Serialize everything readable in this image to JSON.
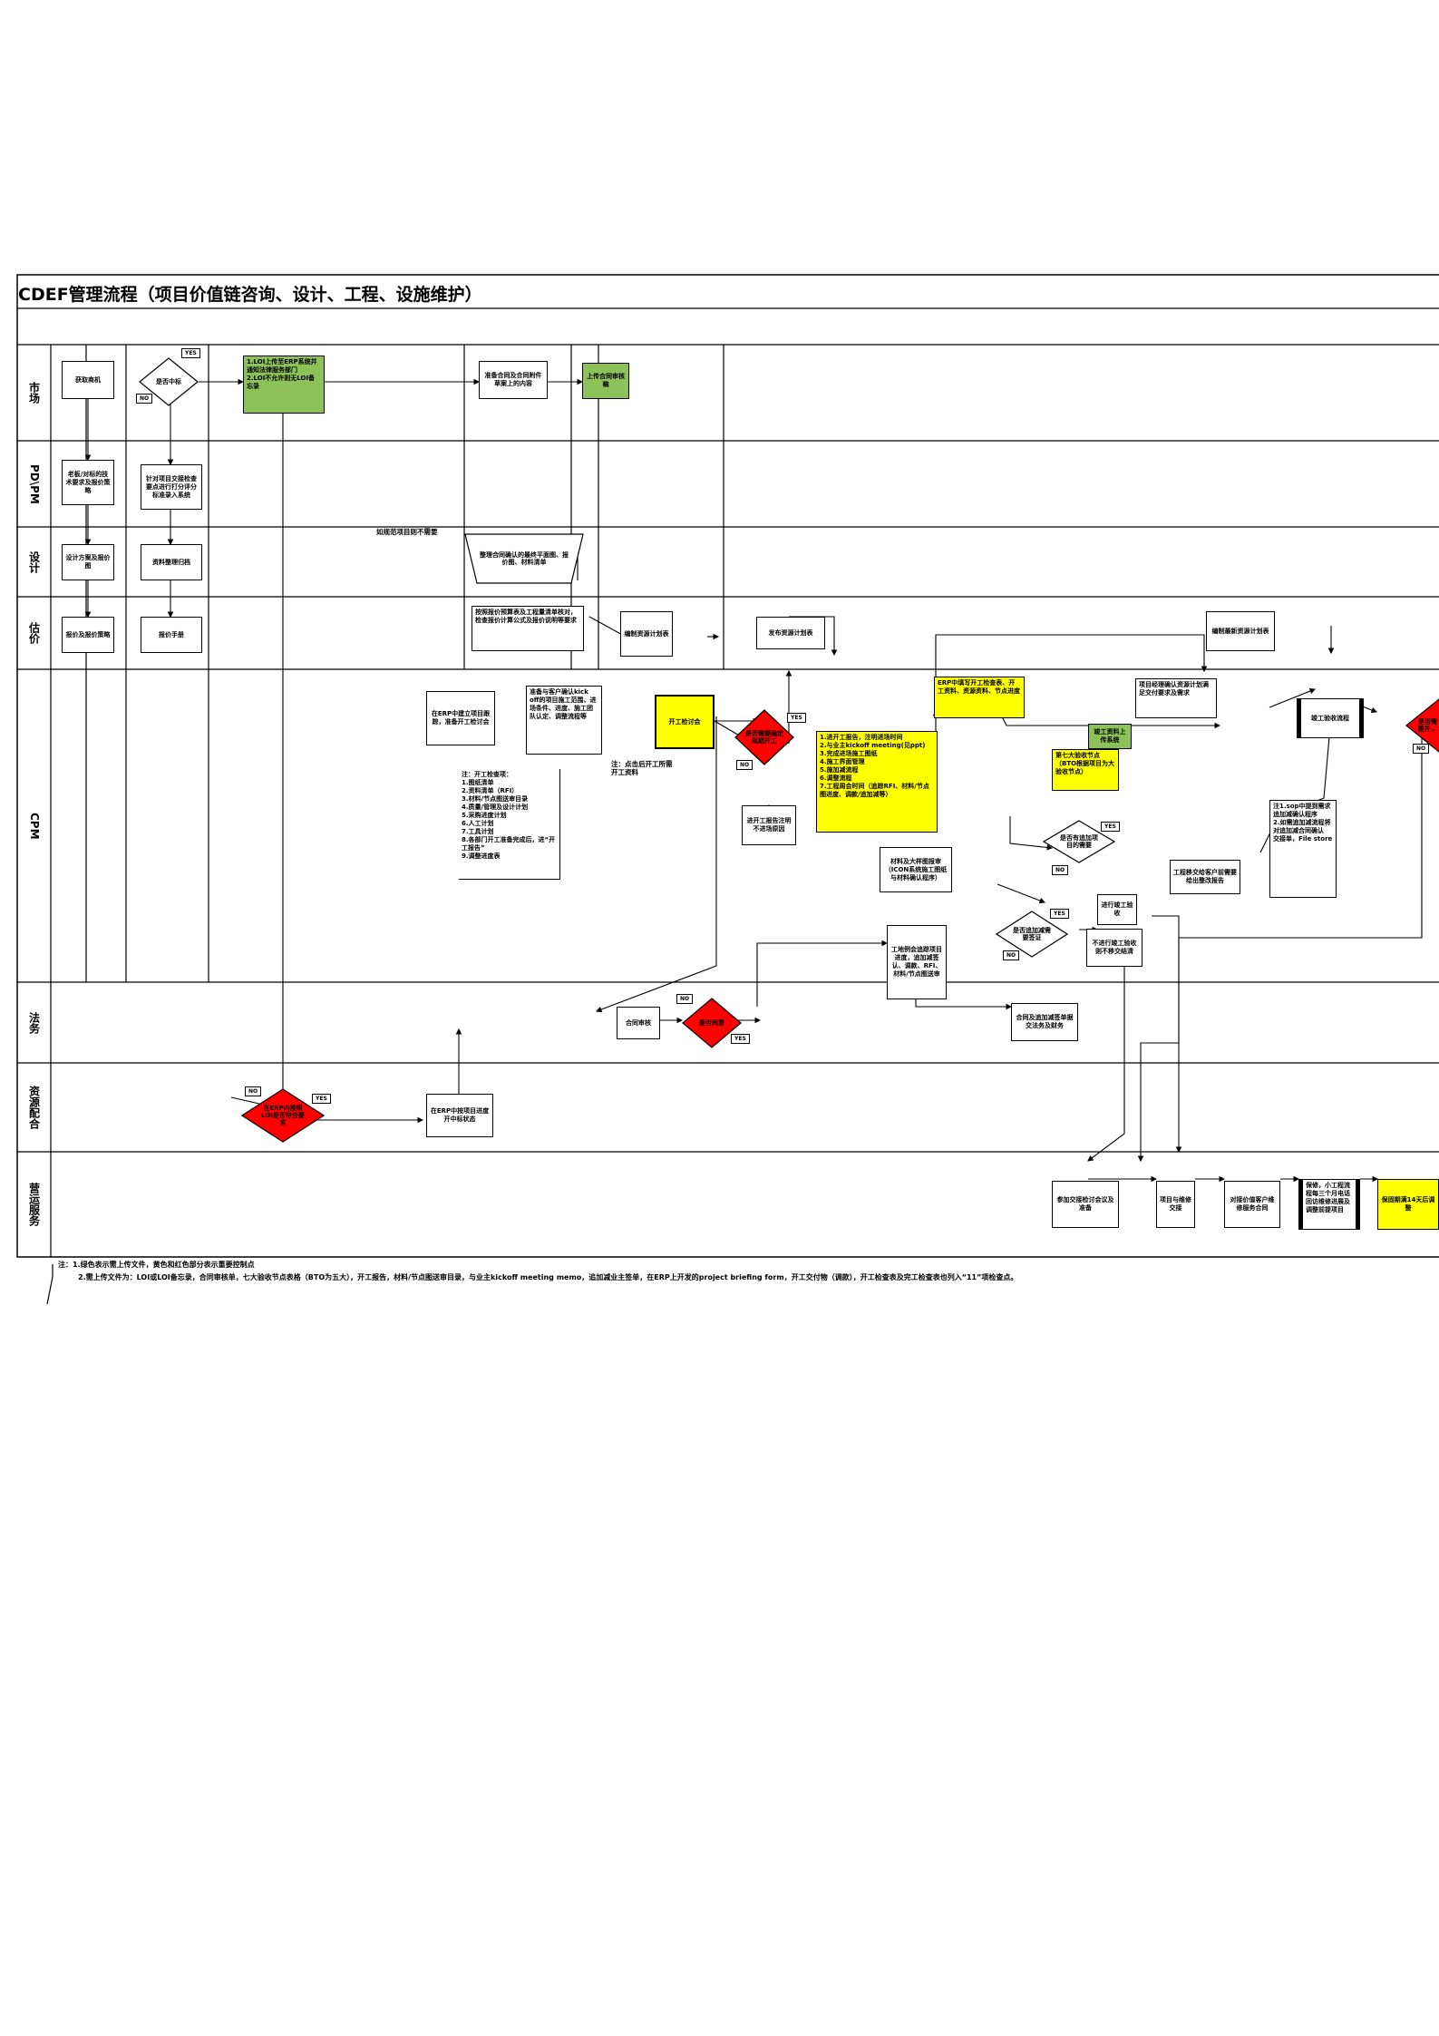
{
  "title": "CDEF管理流程（项目价值链咨询、设计、工程、设施维护）",
  "lanes": [
    "市场",
    "PD\\PM",
    "设计",
    "估价",
    "CPM",
    "法务",
    "资源配合",
    "营运服务"
  ],
  "tags": {
    "yes": "YES",
    "no": "NO"
  },
  "nodes": {
    "n01": "获取商机",
    "n02": "是否中标",
    "n03": "1.LOI上传至ERP系统并通知法律服务部门\n2.LOI不允许则无LOI备忘录",
    "n04": "准备合同及合同附件草案上的内容",
    "n05": "上传合同审核稿",
    "n06": "老板/对标的技术要求及报价策略",
    "n07": "针对项目交接检查要点进行打分评分标准录入系统",
    "n08": "设计方案及报价图",
    "n09": "资料整理归档",
    "n10": "报价及报价策略",
    "n11": "报价手册",
    "n12": "整理合同确认的最终平面图、报价图、材料清单",
    "n13": "如规范项目则不需要",
    "n14": "按照报价预算表及工程量清单核对，检查报价计算公式及报价说明等要求",
    "n15": "编制资源计划表",
    "n16": "发布资源计划表",
    "n17": "编制最新资源计划表",
    "n18": "在ERP中建立项目跟踪，准备开工检讨会",
    "n19": "准备与客户确认kick off的项目施工范围、进场条件、进度、施工团队认定、调整流程等",
    "n20": "开工检讨会",
    "n21": "是否需要确定延期开工",
    "n22": "1.进开工报告，注明进场时间\n2.与业主kickoff meeting(见ppt)\n3.完成进场施工图纸\n4.施工界面管理\n5.施加减流程\n6.调整流程\n7.工程周会时间（追踪RFI、材料/节点图进度、调款/追加减等）",
    "n23": "注：开工检查项：\n1.图纸清单\n2.资料清单（RFI）\n3.材料/节点图送审目录\n4.质量/管理及设计计划\n5.采购进度计划\n6.人工计划\n7.工具计划\n8.各部门开工准备完成后，进“开工报告”\n9.调整进度表",
    "n24": "注：点击后开工所需开工资料",
    "n25": "进开工报告注明不进场原因",
    "n26": "ERP中填写开工检查表、开工资料、资源资料、节点进度",
    "n27": "项目经理确认资源计划满足交付要求及需求",
    "n28": "竣工资料上传系统",
    "n29": "第七大验收节点（BTO根据项目为大验收节点）",
    "n30": "竣工验收流程",
    "n31": "材料及大样图报审（ICON系统施工图纸与材料确认程序）",
    "n32": "是否有追加项目的需要",
    "n33": "工程移交给客户前需要给出整改报告",
    "n34": "注1.sop中提到需求追加减确认程序\n2.如需追加减流程将对追加减合同确认\n交接单，File store",
    "n35": "是否追加减需要签证",
    "n36": "进行竣工验收",
    "n37": "不进行竣工验收则不移交结清",
    "n38": "工地例会追踪项目进度，追加减签认、调款、RFI、材料/节点图送审",
    "n39": "合同审核",
    "n40": "是否同意",
    "n41": "合同及追加减签单据交法务及财务",
    "n42": "在ERP内按照LOI是否符合要求",
    "n43": "在ERP中按项目进度开中标状态",
    "n44": "参加交接检讨会议及准备",
    "n45": "项目与维修交接",
    "n46": "对接价值客户维修服务合同",
    "n47": "保修，小工程流程每三个月电话回访维修进展及调整前提项目",
    "n48": "保固期满14天后调整",
    "n49": "是否需要开..."
  },
  "notes": {
    "line1": "注：1.绿色表示需上传文件，黄色和红色部分表示重要控制点",
    "line2": "2.需上传文件为：LOI或LOI备忘录，合同审核单，七大验收节点表格（BTO为五大），开工报告，材料/节点图送审目录，与业主kickoff meeting memo，追加减业主签单，在ERP上开发的project briefing form，开工交付物（调款），开工检查表及完工检查表也列入“11”项检查点。"
  }
}
